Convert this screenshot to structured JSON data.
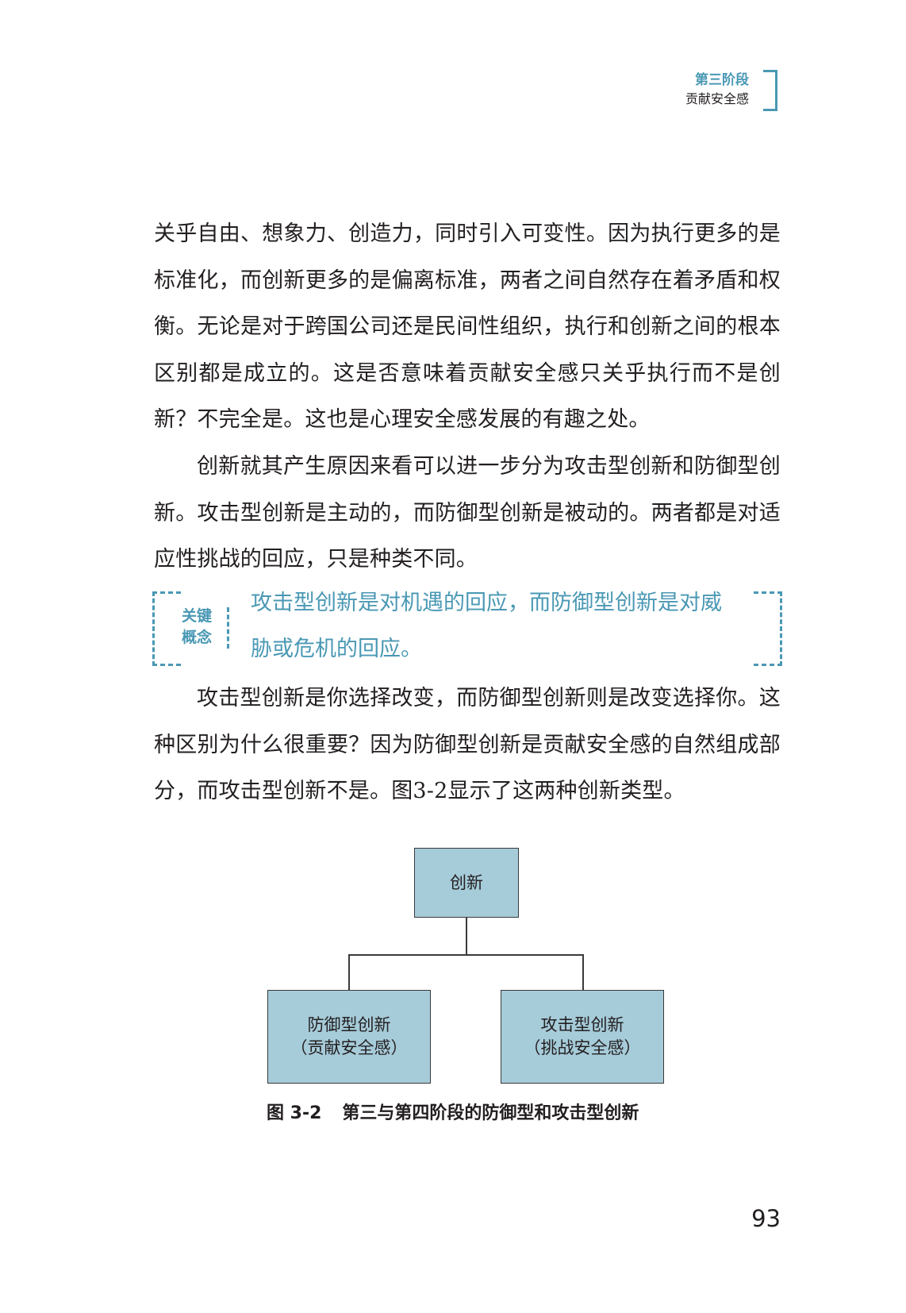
{
  "running_header": {
    "stage": "第三阶段",
    "chapter": "贡献安全感"
  },
  "colors": {
    "accent": "#4a98b4",
    "diagram_node_fill": "#a6cbd9",
    "text": "#231f20"
  },
  "paragraphs": [
    "关乎自由、想象力、创造力，同时引入可变性。因为执行更多的是标准化，而创新更多的是偏离标准，两者之间自然存在着矛盾和权衡。无论是对于跨国公司还是民间性组织，执行和创新之间的根本区别都是成立的。这是否意味着贡献安全感只关乎执行而不是创新？不完全是。这也是心理安全感发展的有趣之处。",
    "创新就其产生原因来看可以进一步分为攻击型创新和防御型创新。攻击型创新是主动的，而防御型创新是被动的。两者都是对适应性挑战的回应，只是种类不同。",
    "攻击型创新是你选择改变，而防御型创新则是改变选择你。这种区别为什么很重要？因为防御型创新是贡献安全感的自然组成部分，而攻击型创新不是。图3-2显示了这两种创新类型。"
  ],
  "key_concept": {
    "label_line1": "关键",
    "label_line2": "概念",
    "text": "攻击型创新是对机遇的回应，而防御型创新是对威胁或危机的回应。"
  },
  "diagram": {
    "root": "创新",
    "left_line1": "防御型创新",
    "left_line2": "（贡献安全感）",
    "right_line1": "攻击型创新",
    "right_line2": "（挑战安全感）"
  },
  "figure_caption": {
    "number": "图 3-2",
    "title": "第三与第四阶段的防御型和攻击型创新"
  },
  "page_number": "93"
}
